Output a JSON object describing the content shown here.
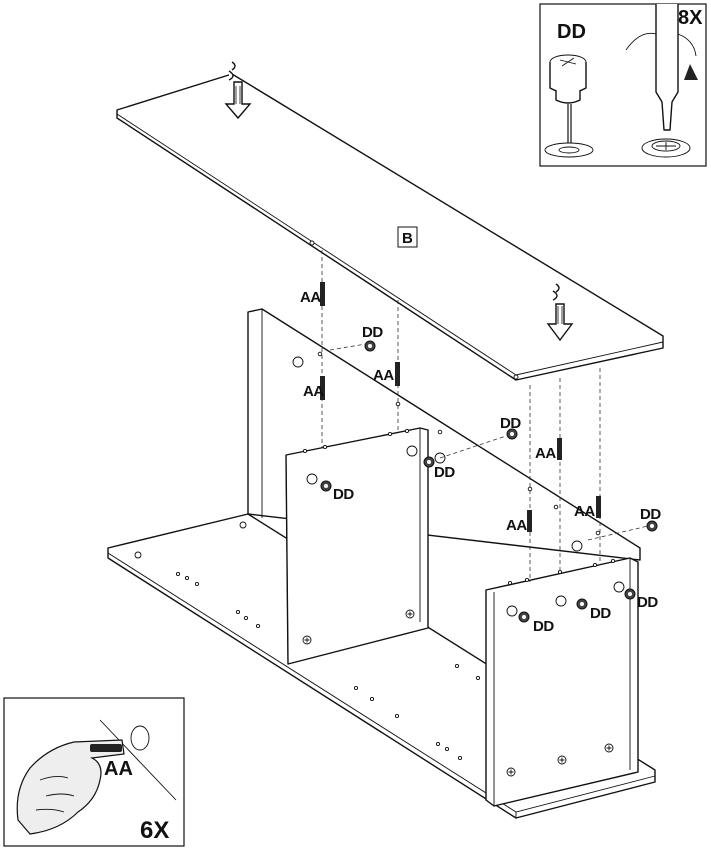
{
  "labels": {
    "panel": "B",
    "dowel": "AA",
    "cam": "DD",
    "cam_qty": "8X",
    "dowel_qty": "6X"
  },
  "colors": {
    "line": "#111111",
    "background": "#ffffff",
    "dowel_fill": "#222222"
  }
}
